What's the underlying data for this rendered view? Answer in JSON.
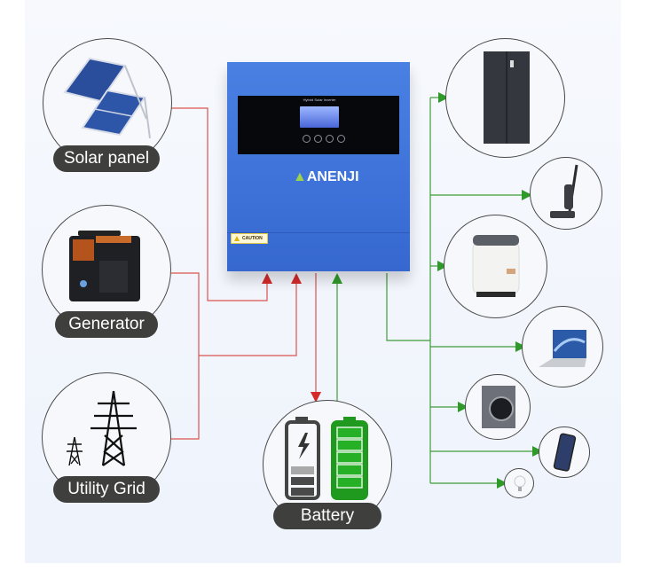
{
  "diagram": {
    "title": "Hybrid solar inverter wiring overview",
    "inverter": {
      "brand": "ANENJI",
      "lcd_title": "Hybrid Solar Inverter",
      "caution_label": "CAUTION",
      "color": "#3e72d9"
    },
    "sources": [
      {
        "id": "solar",
        "label": "Solar panel",
        "icon": "solar-panel-icon"
      },
      {
        "id": "generator",
        "label": "Generator",
        "icon": "generator-icon"
      },
      {
        "id": "grid",
        "label": "Utility Grid",
        "icon": "power-tower-icon"
      }
    ],
    "storage": {
      "label": "Battery",
      "icon": "battery-icon"
    },
    "loads": [
      {
        "id": "fridge",
        "icon": "refrigerator-icon"
      },
      {
        "id": "vacuum",
        "icon": "vacuum-cleaner-icon"
      },
      {
        "id": "air-fryer",
        "icon": "air-fryer-icon"
      },
      {
        "id": "laptop",
        "icon": "laptop-icon"
      },
      {
        "id": "washer",
        "icon": "washing-machine-icon"
      },
      {
        "id": "phone",
        "icon": "smartphone-icon"
      },
      {
        "id": "bulb",
        "icon": "light-bulb-icon"
      }
    ],
    "colors": {
      "input_line": "#d9534f",
      "output_line": "#3f9b3a",
      "pill_bg": "#3f403e",
      "battery_full": "#20a020",
      "battery_empty": "#444444"
    }
  }
}
